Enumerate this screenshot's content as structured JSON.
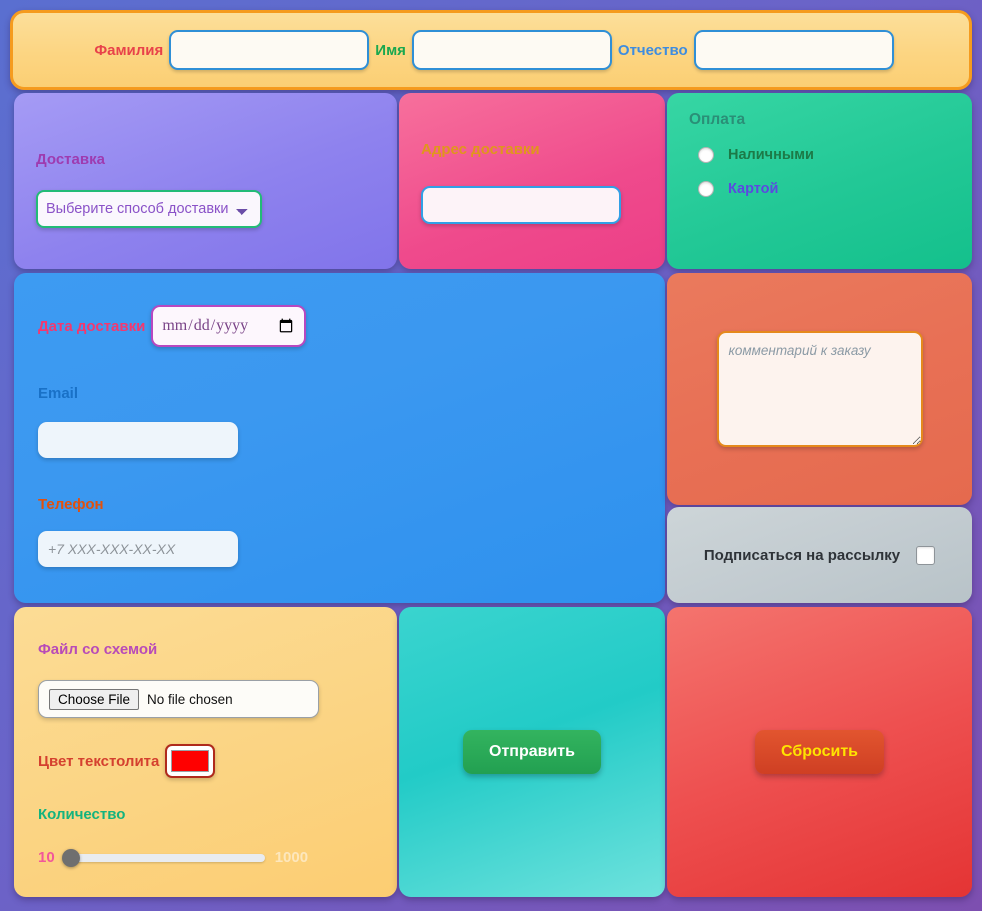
{
  "names": {
    "surname_label": "Фамилия",
    "surname_value": "",
    "firstname_label": "Имя",
    "firstname_value": "",
    "patronymic_label": "Отчество",
    "patronymic_value": ""
  },
  "delivery": {
    "label": "Доставка",
    "selected_option": "Выберите способ доставки",
    "chevron_icon": "chevron-down-icon"
  },
  "address": {
    "label": "Адрес доставки",
    "value": ""
  },
  "payment": {
    "heading": "Оплата",
    "options": [
      {
        "label": "Наличными",
        "checked": false
      },
      {
        "label": "Картой",
        "checked": false
      }
    ]
  },
  "contact": {
    "date_label": "Дата доставки",
    "date_placeholder": "mm/dd/yyyy",
    "date_icon": "calendar-icon",
    "email_label": "Email",
    "email_value": "",
    "phone_label": "Телефон",
    "phone_placeholder": "+7 XXX-XXX-XX-XX"
  },
  "comment": {
    "placeholder": "комментарий к заказу",
    "value": "",
    "resize_handle_icon": "resize-grip-icon"
  },
  "subscribe": {
    "label": "Подписаться на рассылку",
    "checked": false
  },
  "options": {
    "file_label": "Файл со схемой",
    "choose_file_button": "Choose File",
    "file_status": "No file chosen",
    "color_label": "Цвет текстолита",
    "color_value": "#ff0000",
    "quantity_label": "Количество",
    "range_min": "10",
    "range_max": "1000",
    "range_value": "10"
  },
  "actions": {
    "submit_label": "Отправить",
    "reset_label": "Сбросить"
  },
  "colors": {
    "page_bg_start": "#5a6fd0",
    "page_bg_end": "#7d4fb0",
    "names_card": "#fcd582",
    "names_border": "#f59b1e",
    "delivery_card": "#8e82ee",
    "address_card": "#ef4a8c",
    "payment_card": "#22c896",
    "contact_card": "#3b98f0",
    "comment_card": "#e87055",
    "subscribe_card": "#c2cbd0",
    "options_card": "#fbd483",
    "submit_card": "#22cbc7",
    "reset_card": "#ee5050",
    "submit_button": "#22a051",
    "reset_button": "#cf3f23",
    "reset_button_text": "#ffe400"
  }
}
